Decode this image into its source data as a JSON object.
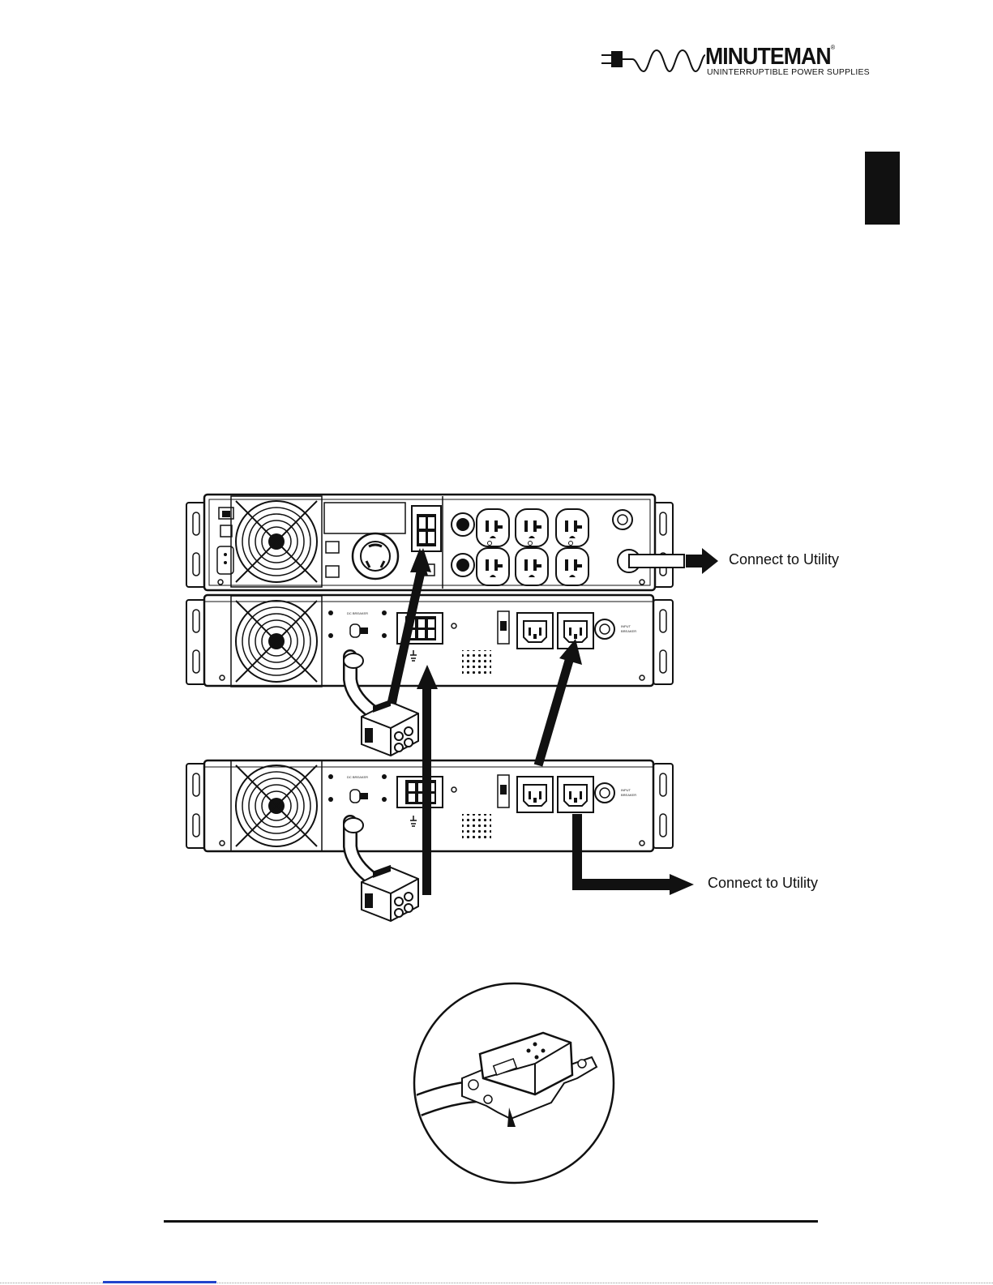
{
  "header": {
    "brand_name": "MINUTEMAN",
    "brand_mark": "®",
    "brand_tagline": "UNINTERRUPTIBLE POWER SUPPLIES"
  },
  "figure": {
    "label_top": "Connect to Utility",
    "label_bottom": "Connect to Utility"
  },
  "icons": [
    "plug-icon",
    "fan-grille-icon",
    "outlet-icon",
    "connector-icon"
  ],
  "colors": {
    "ink": "#111111",
    "tab": "#111111",
    "link": "#2244cc"
  }
}
